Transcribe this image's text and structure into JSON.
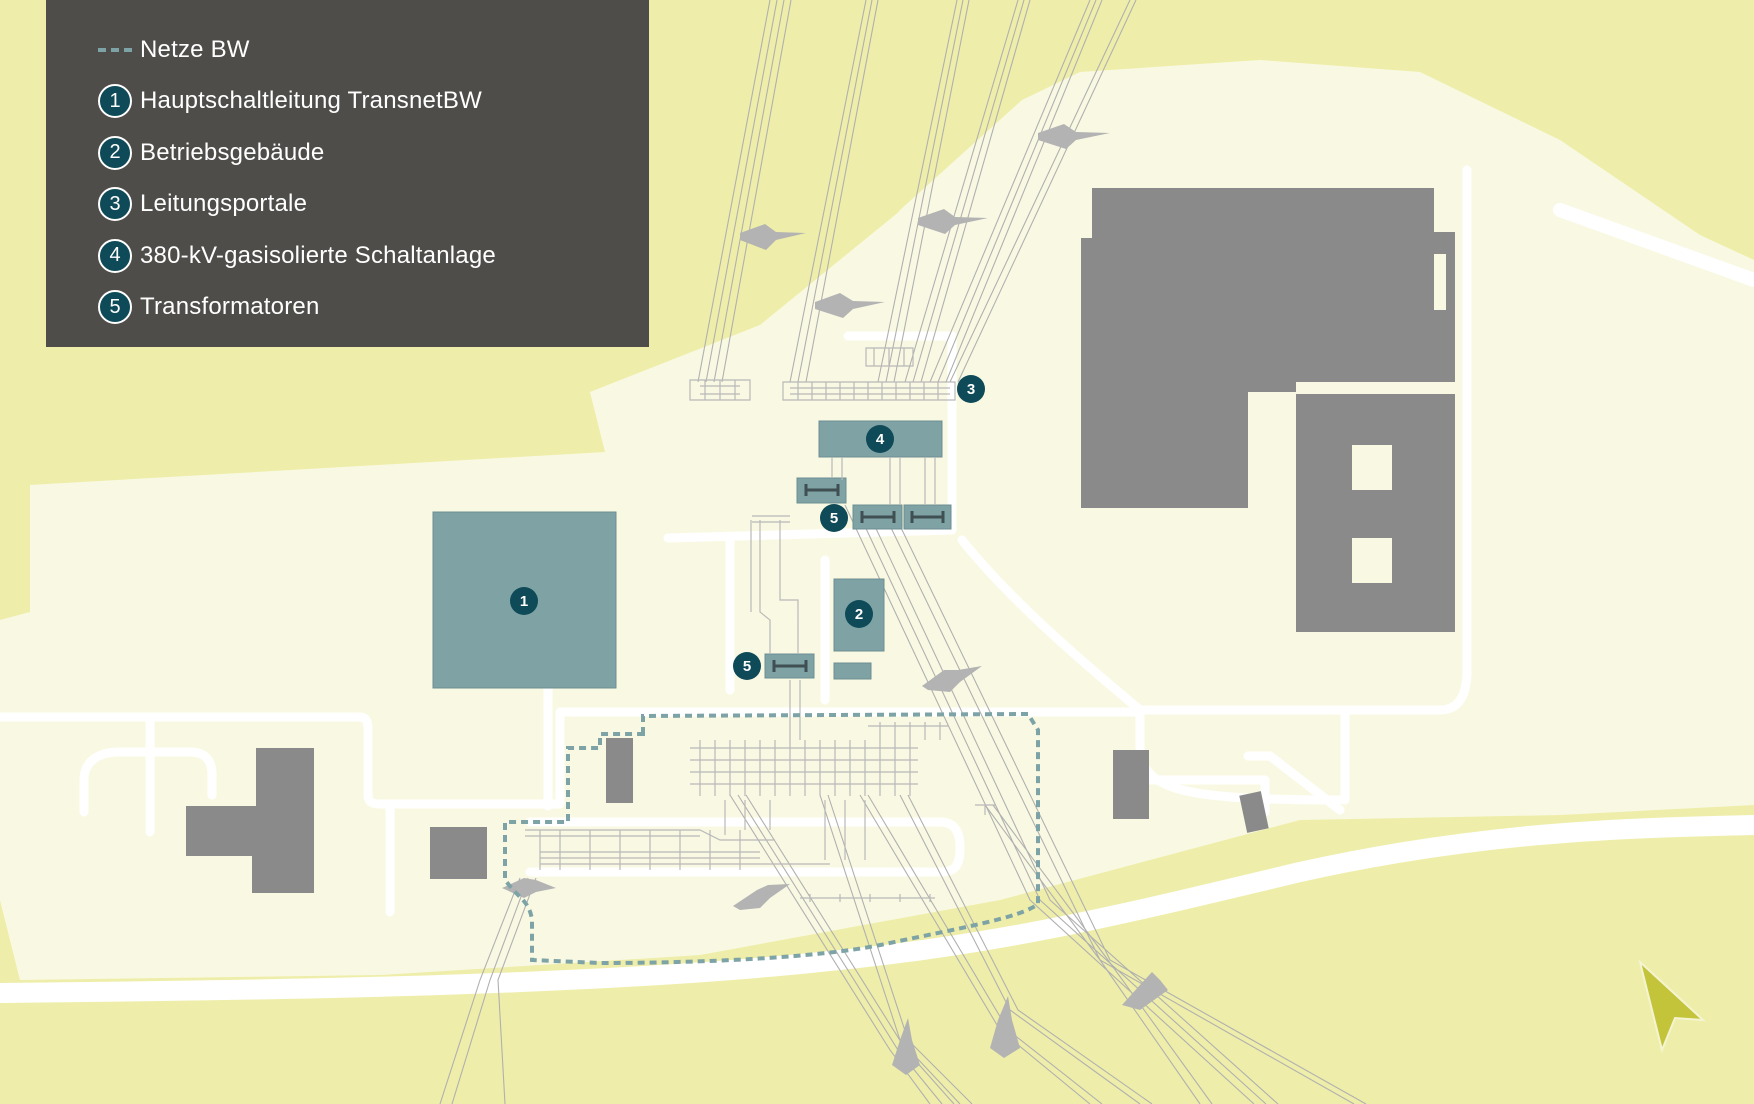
{
  "legend": {
    "items": [
      {
        "kind": "dashed-line",
        "label": "Netze BW"
      },
      {
        "kind": "badge",
        "number": "1",
        "label": "Hauptschaltleitung TransnetBW"
      },
      {
        "kind": "badge",
        "number": "2",
        "label": "Betriebsgebäude"
      },
      {
        "kind": "badge",
        "number": "3",
        "label": "Leitungsportale"
      },
      {
        "kind": "badge",
        "number": "4",
        "label": "380-kV-gasisolierte Schaltanlage"
      },
      {
        "kind": "badge",
        "number": "5",
        "label": "Transformatoren"
      }
    ]
  },
  "markers": {
    "main_control": "1",
    "operations_building": "2",
    "line_portals": "3",
    "gis_switchgear": "4",
    "transformer_upper": "5",
    "transformer_lower": "5"
  },
  "colors": {
    "background": "#eeeeaa",
    "site_area": "#f9f9e3",
    "road": "#ffffff",
    "building": "#8a8a8a",
    "facility": "#7fa2a5",
    "badge": "#0e4a57",
    "legend_panel": "#4e4d4a",
    "netze_dash": "#7ea3a6",
    "north_arrow": "#c3c43a"
  },
  "icons": {
    "north_arrow": "north-arrow-icon"
  }
}
